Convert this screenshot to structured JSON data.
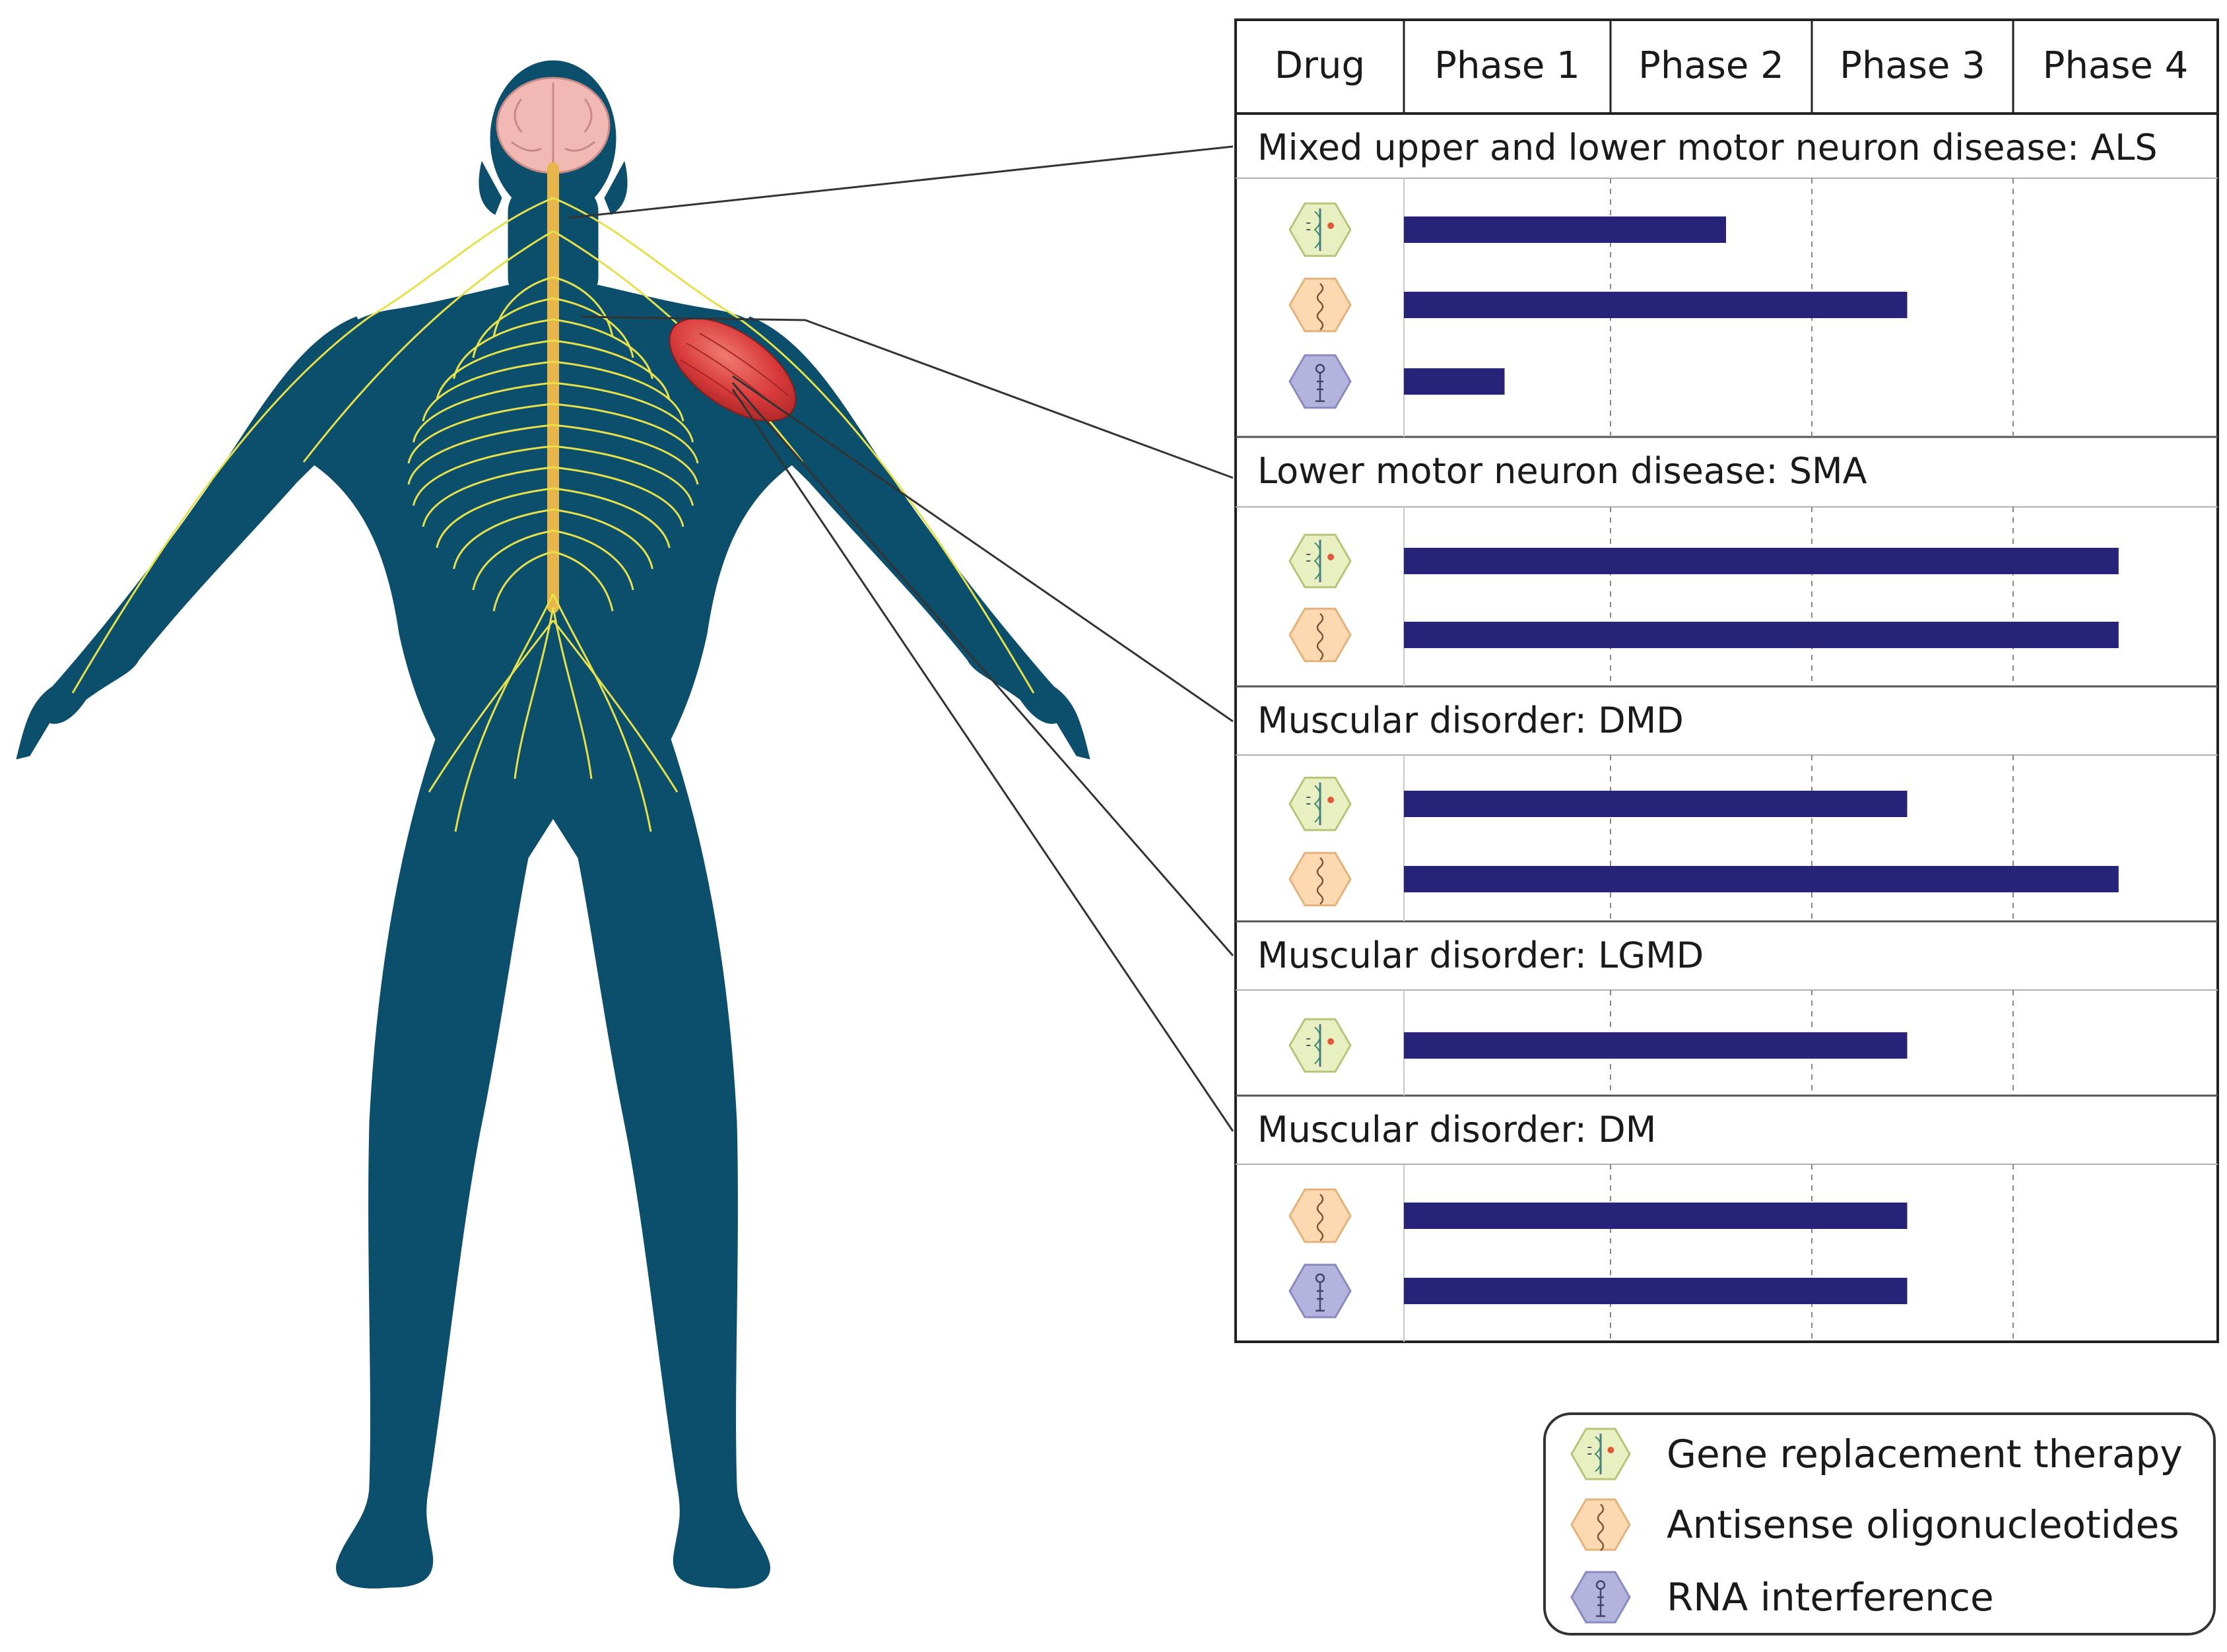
{
  "table": {
    "columns": [
      "Drug",
      "Phase 1",
      "Phase 2",
      "Phase 3",
      "Phase 4"
    ]
  },
  "colors": {
    "body": "#0b4f6c",
    "nerve": "#e6e04a",
    "spine": "#e8b54a",
    "brain": "#f2b8b4",
    "muscle": "#d83a3a",
    "bar": "#262378",
    "gene": "#e8efc0",
    "antisense": "#fcd9b0",
    "rnai": "#b3b3de"
  },
  "therapy_types": [
    {
      "id": "gene",
      "label": "Gene replacement therapy",
      "icon": "gene-replacement-therapy-icon"
    },
    {
      "id": "antisense",
      "label": "Antisense oligonucleotides",
      "icon": "antisense-oligonucleotide-icon"
    },
    {
      "id": "rnai",
      "label": "RNA interference",
      "icon": "rna-interference-icon"
    }
  ],
  "chart_data": {
    "type": "bar",
    "orientation": "horizontal",
    "phase_range": [
      0,
      4
    ],
    "groups": [
      {
        "title": "Mixed upper and lower motor neuron disease: ALS",
        "rows": [
          {
            "therapy": "gene",
            "phase": 1.6
          },
          {
            "therapy": "antisense",
            "phase": 2.5
          },
          {
            "therapy": "rnai",
            "phase": 0.5
          }
        ]
      },
      {
        "title": "Lower motor neuron disease: SMA",
        "rows": [
          {
            "therapy": "gene",
            "phase": 3.55
          },
          {
            "therapy": "antisense",
            "phase": 3.55
          }
        ]
      },
      {
        "title": "Muscular disorder: DMD",
        "rows": [
          {
            "therapy": "gene",
            "phase": 2.5
          },
          {
            "therapy": "antisense",
            "phase": 3.55
          }
        ]
      },
      {
        "title": "Muscular disorder: LGMD",
        "rows": [
          {
            "therapy": "gene",
            "phase": 2.5
          }
        ]
      },
      {
        "title": "Muscular disorder: DM",
        "rows": [
          {
            "therapy": "antisense",
            "phase": 2.5
          },
          {
            "therapy": "rnai",
            "phase": 2.5
          }
        ]
      }
    ]
  }
}
